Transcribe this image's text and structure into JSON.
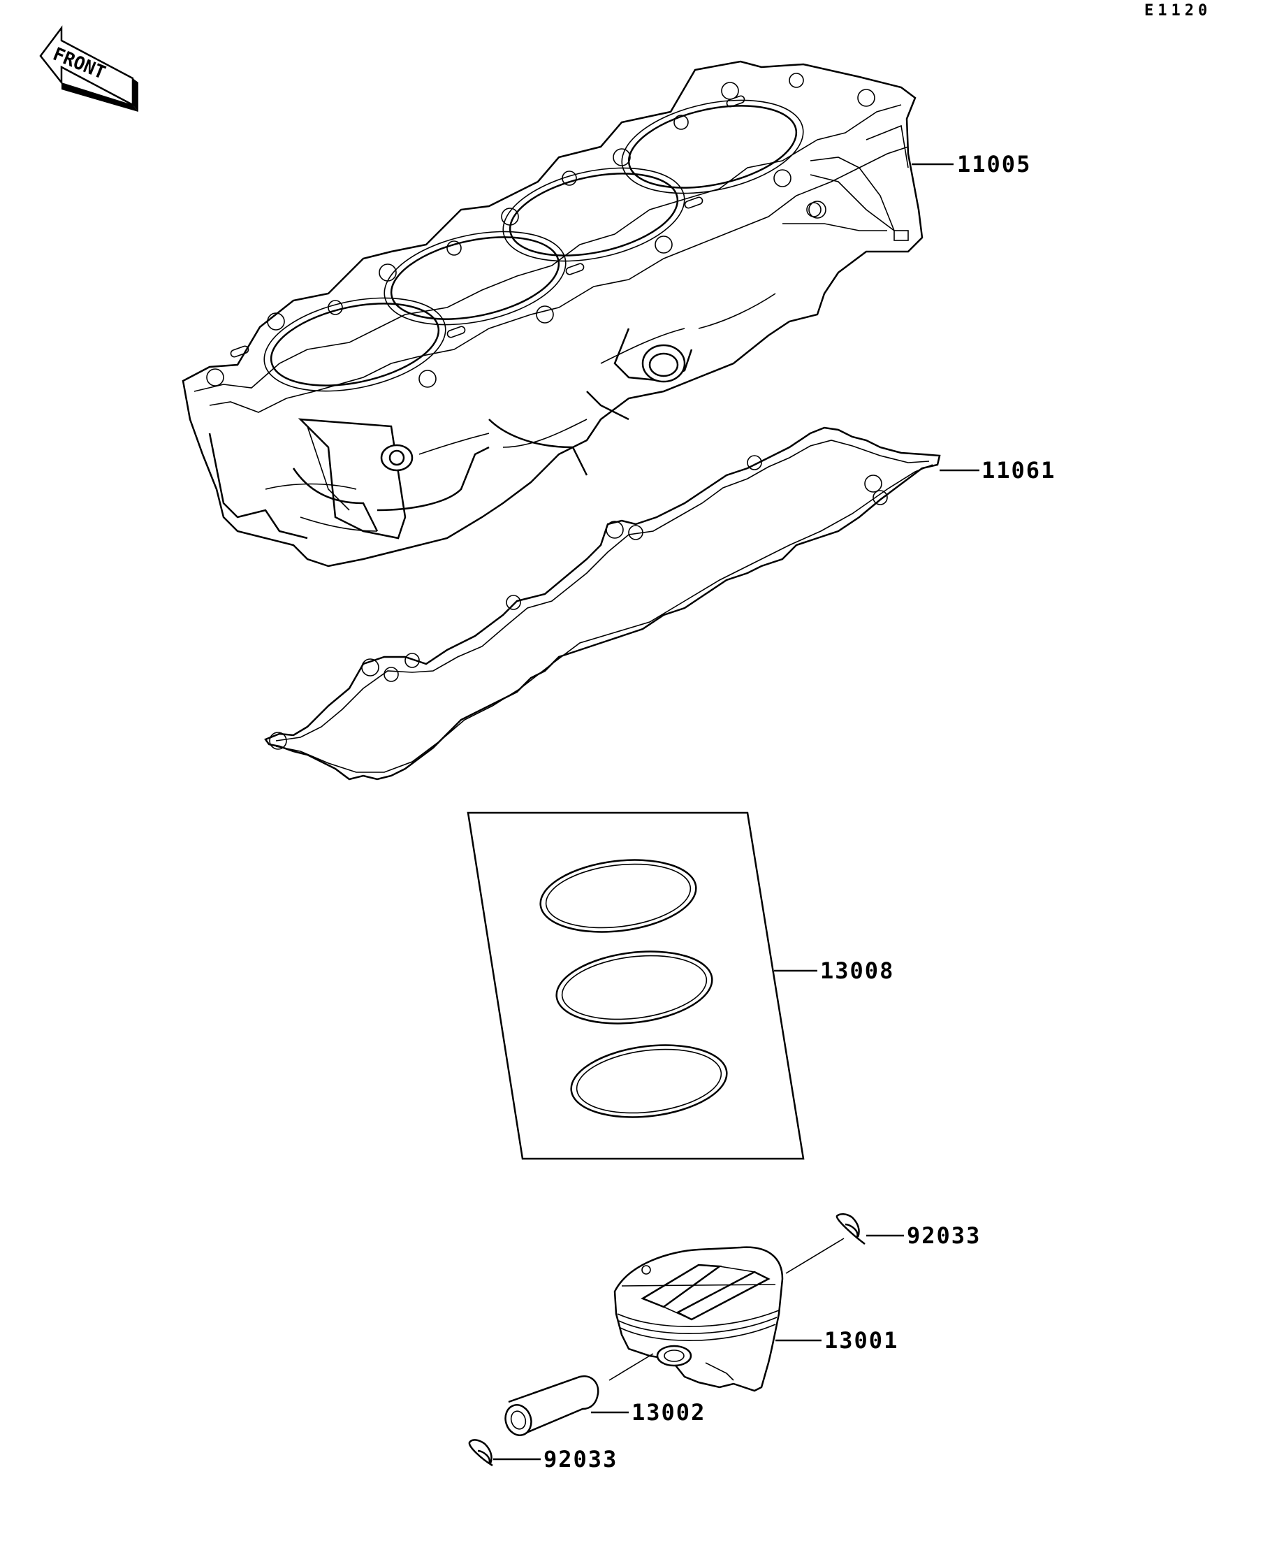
{
  "page": {
    "code": "E1120",
    "front_label": "FRONT"
  },
  "parts": {
    "cylinder": "11005",
    "gasket": "11061",
    "ring_set": "13008",
    "piston": "13001",
    "piston_pin": "13002",
    "snap_ring_upper": "92033",
    "snap_ring_lower": "92033"
  }
}
